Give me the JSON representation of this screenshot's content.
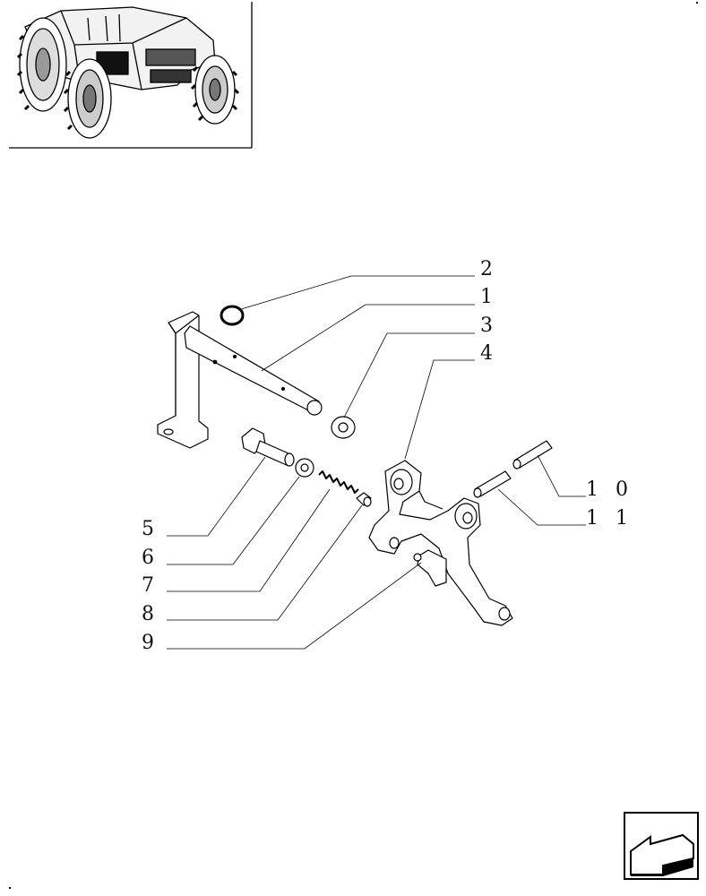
{
  "callouts": [
    {
      "id": "2",
      "text": "2"
    },
    {
      "id": "1",
      "text": "1"
    },
    {
      "id": "3",
      "text": "3"
    },
    {
      "id": "4",
      "text": "4"
    },
    {
      "id": "10",
      "text": "1 0"
    },
    {
      "id": "11",
      "text": "1 1"
    },
    {
      "id": "5",
      "text": "5"
    },
    {
      "id": "6",
      "text": "6"
    },
    {
      "id": "7",
      "text": "7"
    },
    {
      "id": "8",
      "text": "8"
    },
    {
      "id": "9",
      "text": "9"
    }
  ],
  "icons": {
    "thumbnail": "tractor-thumbnail",
    "navigation": "back-arrow-icon"
  }
}
